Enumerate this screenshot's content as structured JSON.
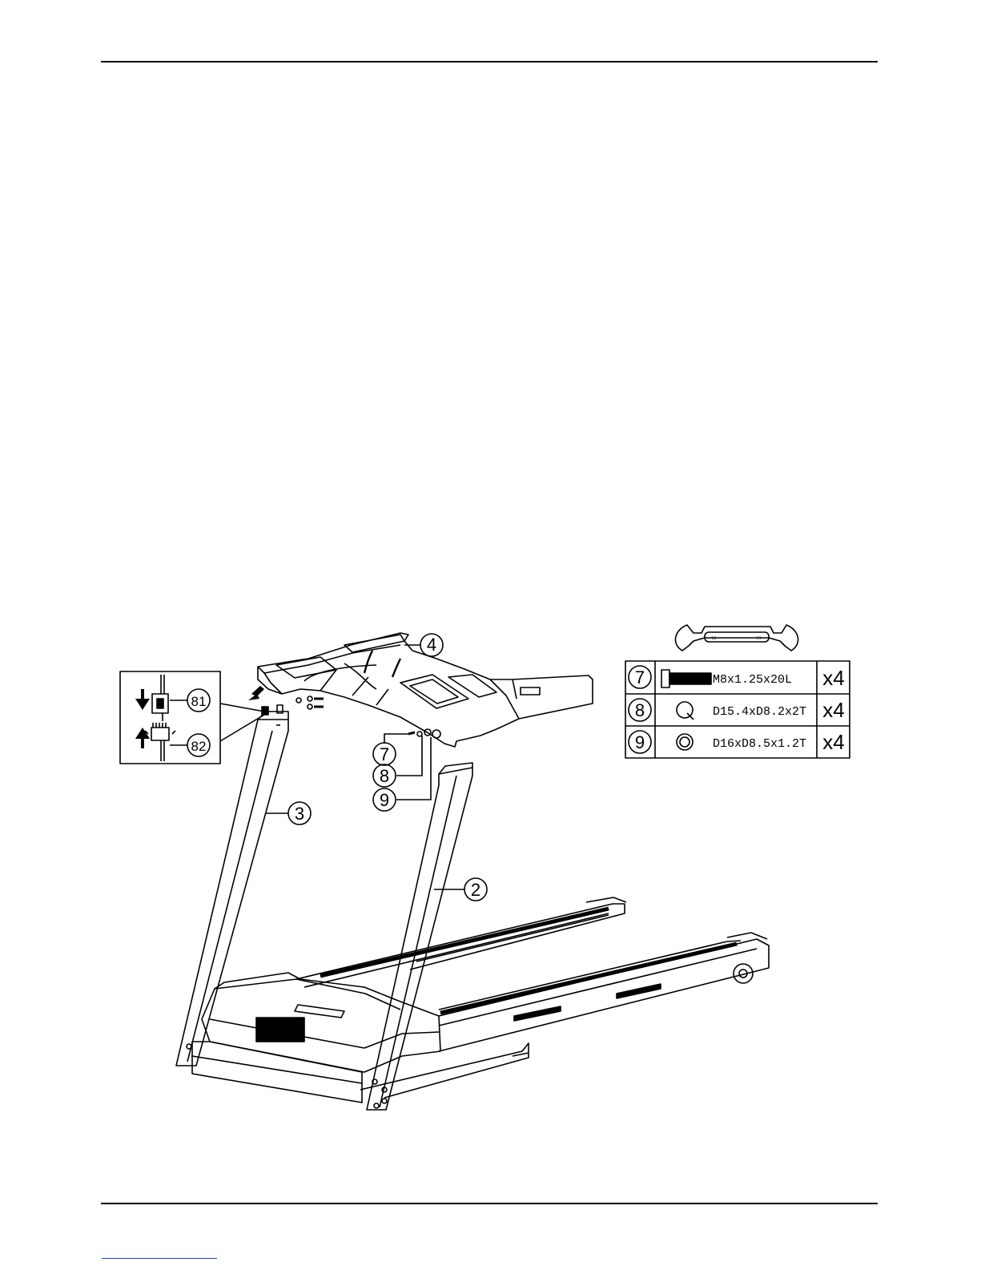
{
  "callouts": {
    "frame_top": "4",
    "left_upright": "3",
    "right_upright": "2",
    "bolt": "7",
    "spring_washer": "8",
    "flat_washer": "9",
    "connector_top": "81",
    "connector_bottom": "82"
  },
  "wrench": {
    "size_a": "12",
    "size_b": "13"
  },
  "hardware_table": [
    {
      "num": "7",
      "spec": "M8x1.25x20L",
      "qty": "x4"
    },
    {
      "num": "8",
      "spec": "D15.4xD8.2x2T",
      "qty": "x4"
    },
    {
      "num": "9",
      "spec": "D16xD8.5x1.2T",
      "qty": "x4"
    }
  ]
}
